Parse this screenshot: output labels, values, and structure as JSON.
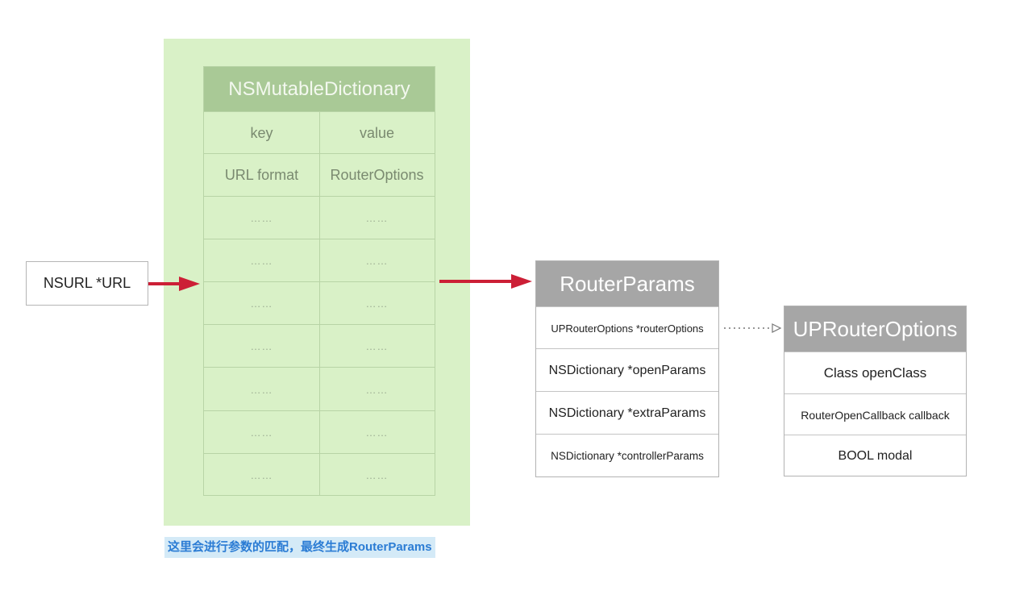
{
  "dictionary": {
    "title": "NSMutableDictionary",
    "columns": [
      "key",
      "value"
    ],
    "rows": [
      [
        "URL format",
        "RouterOptions"
      ],
      [
        "……",
        "……"
      ],
      [
        "……",
        "……"
      ],
      [
        "……",
        "……"
      ],
      [
        "……",
        "……"
      ],
      [
        "……",
        "……"
      ],
      [
        "……",
        "……"
      ],
      [
        "……",
        "……"
      ]
    ]
  },
  "input": {
    "label": "NSURL *URL"
  },
  "router_params": {
    "title": "RouterParams",
    "fields": [
      "UPRouterOptions *routerOptions",
      "NSDictionary *openParams",
      "NSDictionary *extraParams",
      "NSDictionary *controllerParams"
    ]
  },
  "router_options": {
    "title": "UPRouterOptions",
    "fields": [
      "Class openClass",
      "RouterOpenCallback callback",
      "BOOL modal"
    ]
  },
  "caption": "这里会进行参数的匹配，最终生成RouterParams",
  "colors": {
    "arrow": "#cc1f36",
    "panel": "#d9f1c7",
    "dict_header": "#a9c996",
    "object_header": "#a6a6a6",
    "caption_text": "#2b7cd4"
  }
}
